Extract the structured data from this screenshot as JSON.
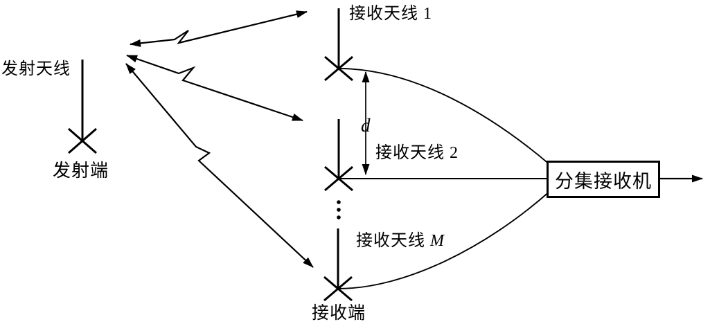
{
  "figure": {
    "type": "diagram",
    "subject": "space-diversity-reception-system",
    "background_color": "#ffffff",
    "line_color": "#000000"
  },
  "labels": {
    "tx_antenna": "发射天线",
    "tx_end": "发射端",
    "rx_antenna_1": "接收天线 1",
    "rx_antenna_2": "接收天线 2",
    "rx_antenna_m_prefix": "接收天线 ",
    "rx_antenna_m_var": "M",
    "antenna_spacing": "d",
    "rx_end": "接收端",
    "receiver_box": "分集接收机",
    "ellipsis": "⋮"
  }
}
